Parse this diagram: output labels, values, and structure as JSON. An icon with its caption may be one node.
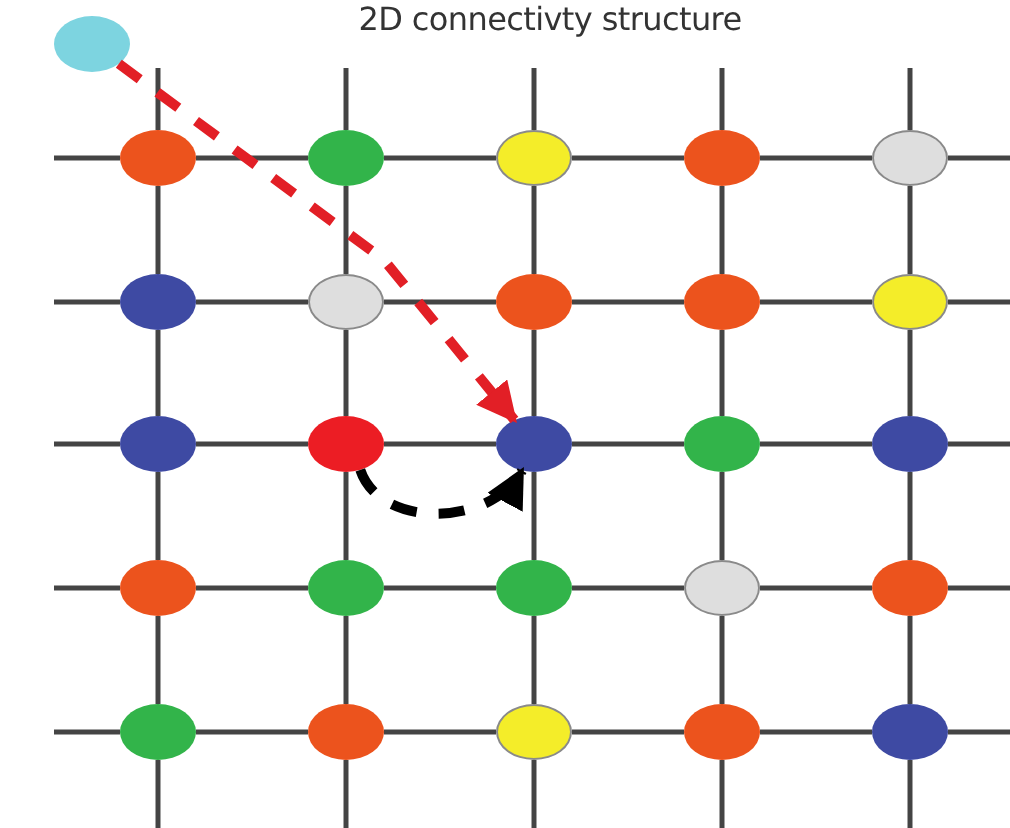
{
  "diagram": {
    "title": "2D connectivty structure",
    "nodes": [
      {
        "text": [],
        "shape": "circle"
      },
      {
        "text": [],
        "shape": "circle"
      },
      {
        "text": [],
        "shape": "circle"
      },
      {
        "text": [],
        "shape": "circle"
      },
      {
        "text": [],
        "shape": "circle"
      },
      {
        "text": [],
        "shape": "circle"
      },
      {
        "text": [],
        "shape": "circle"
      },
      {
        "text": [],
        "shape": "circle"
      },
      {
        "text": [],
        "shape": "circle"
      },
      {
        "text": [],
        "shape": "circle"
      },
      {
        "text": [],
        "shape": "circle"
      },
      {
        "text": [],
        "shape": "circle"
      },
      {
        "text": [],
        "shape": "circle"
      },
      {
        "text": [],
        "shape": "circle"
      },
      {
        "text": [],
        "shape": "circle"
      },
      {
        "text": [],
        "shape": "circle"
      },
      {
        "text": [],
        "shape": "circle"
      },
      {
        "text": [],
        "shape": "circle"
      },
      {
        "text": [],
        "shape": "circle"
      },
      {
        "text": [],
        "shape": "circle"
      },
      {
        "text": [],
        "shape": "circle"
      },
      {
        "text": [],
        "shape": "circle"
      },
      {
        "text": [],
        "shape": "circle"
      },
      {
        "text": [],
        "shape": "circle"
      },
      {
        "text": [],
        "shape": "circle"
      },
      {
        "text": [],
        "shape": "circle"
      }
    ],
    "edges": [
      {
        "from": 0,
        "to": 13,
        "arrow": "to",
        "style": "dashed",
        "color": "#e21f26"
      },
      {
        "from": 12,
        "to": 13,
        "arrow": "to",
        "style": "dashed",
        "color": "#000000"
      },
      {
        "from": 1,
        "to": 2,
        "arrow": "none"
      },
      {
        "from": 2,
        "to": 3,
        "arrow": "none"
      },
      {
        "from": 3,
        "to": 4,
        "arrow": "none"
      },
      {
        "from": 4,
        "to": 5,
        "arrow": "none"
      },
      {
        "from": 6,
        "to": 7,
        "arrow": "none"
      },
      {
        "from": 7,
        "to": 8,
        "arrow": "none"
      },
      {
        "from": 8,
        "to": 9,
        "arrow": "none"
      },
      {
        "from": 9,
        "to": 10,
        "arrow": "none"
      },
      {
        "from": 11,
        "to": 12,
        "arrow": "none"
      },
      {
        "from": 12,
        "to": 13,
        "arrow": "none"
      },
      {
        "from": 13,
        "to": 14,
        "arrow": "none"
      },
      {
        "from": 14,
        "to": 15,
        "arrow": "none"
      },
      {
        "from": 16,
        "to": 17,
        "arrow": "none"
      },
      {
        "from": 17,
        "to": 18,
        "arrow": "none"
      },
      {
        "from": 18,
        "to": 19,
        "arrow": "none"
      },
      {
        "from": 19,
        "to": 20,
        "arrow": "none"
      },
      {
        "from": 21,
        "to": 22,
        "arrow": "none"
      },
      {
        "from": 22,
        "to": 23,
        "arrow": "none"
      },
      {
        "from": 23,
        "to": 24,
        "arrow": "none"
      },
      {
        "from": 24,
        "to": 25,
        "arrow": "none"
      },
      {
        "from": 1,
        "to": 6,
        "arrow": "none"
      },
      {
        "from": 6,
        "to": 11,
        "arrow": "none"
      },
      {
        "from": 11,
        "to": 16,
        "arrow": "none"
      },
      {
        "from": 16,
        "to": 21,
        "arrow": "none"
      },
      {
        "from": 2,
        "to": 7,
        "arrow": "none"
      },
      {
        "from": 7,
        "to": 12,
        "arrow": "none"
      },
      {
        "from": 12,
        "to": 17,
        "arrow": "none"
      },
      {
        "from": 17,
        "to": 22,
        "arrow": "none"
      },
      {
        "from": 3,
        "to": 8,
        "arrow": "none"
      },
      {
        "from": 8,
        "to": 13,
        "arrow": "none"
      },
      {
        "from": 13,
        "to": 18,
        "arrow": "none"
      },
      {
        "from": 18,
        "to": 23,
        "arrow": "none"
      },
      {
        "from": 4,
        "to": 9,
        "arrow": "none"
      },
      {
        "from": 9,
        "to": 14,
        "arrow": "none"
      },
      {
        "from": 14,
        "to": 19,
        "arrow": "none"
      },
      {
        "from": 19,
        "to": 24,
        "arrow": "none"
      },
      {
        "from": 5,
        "to": 10,
        "arrow": "none"
      },
      {
        "from": 10,
        "to": 15,
        "arrow": "none"
      },
      {
        "from": 15,
        "to": 20,
        "arrow": "none"
      },
      {
        "from": 20,
        "to": 25,
        "arrow": "none"
      }
    ]
  }
}
